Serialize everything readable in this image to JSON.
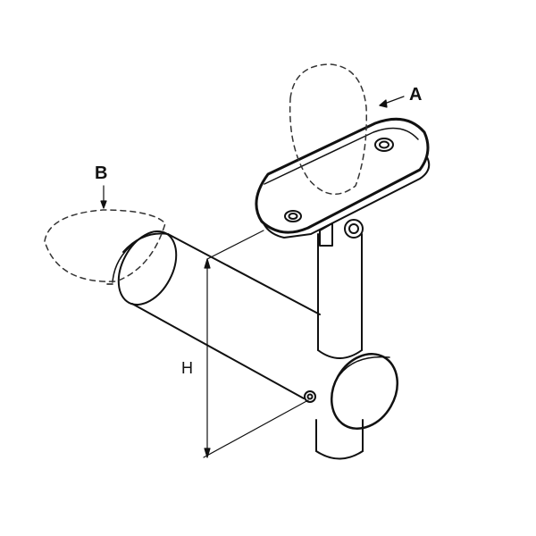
{
  "labels": {
    "a": "A",
    "b": "B",
    "h": "H"
  },
  "colors": {
    "line": "#111111",
    "dashed": "#333333",
    "background": "#ffffff"
  }
}
